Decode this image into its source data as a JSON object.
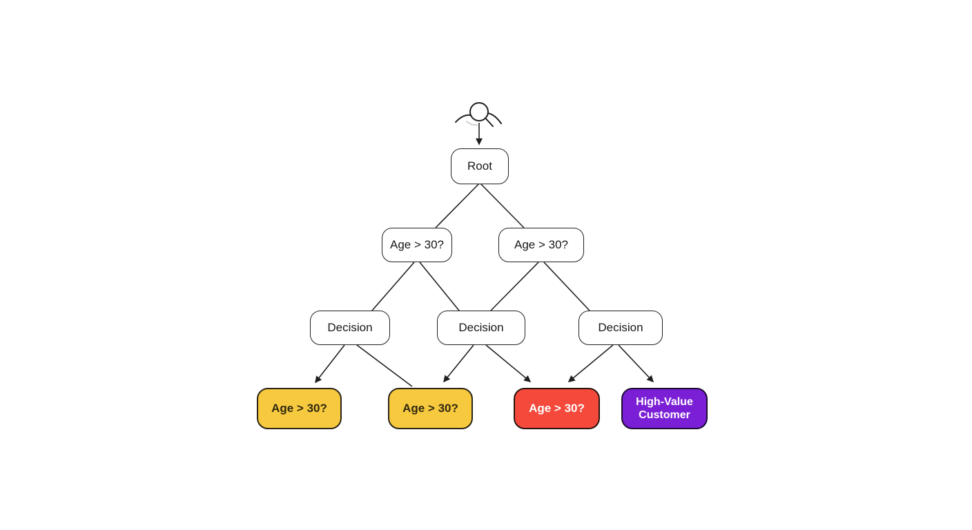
{
  "diagram": {
    "type": "decision-tree",
    "nodes": {
      "root": {
        "label": "Root"
      },
      "cond_left": {
        "label": "Age > 30?"
      },
      "cond_right": {
        "label": "Age > 30?"
      },
      "decision_1": {
        "label": "Decision"
      },
      "decision_2": {
        "label": "Decision"
      },
      "decision_3": {
        "label": "Decision"
      },
      "leaf_1": {
        "label": "Age > 30?"
      },
      "leaf_2": {
        "label": "Age > 30?"
      },
      "leaf_3": {
        "label": "Age > 30?"
      },
      "leaf_4": {
        "label": "High-Value Customer"
      }
    },
    "edges": [
      {
        "from": "sketch-icon",
        "to": "root",
        "arrow": true
      },
      {
        "from": "root",
        "to": "cond_left",
        "arrow": false
      },
      {
        "from": "root",
        "to": "cond_right",
        "arrow": false
      },
      {
        "from": "cond_left",
        "to": "decision_1",
        "arrow": false
      },
      {
        "from": "cond_left",
        "to": "decision_2",
        "arrow": false
      },
      {
        "from": "cond_right",
        "to": "decision_2",
        "arrow": false
      },
      {
        "from": "cond_right",
        "to": "decision_3",
        "arrow": false
      },
      {
        "from": "decision_1",
        "to": "leaf_1",
        "arrow": true
      },
      {
        "from": "decision_1",
        "to": "leaf_2",
        "arrow": false
      },
      {
        "from": "decision_2",
        "to": "leaf_2",
        "arrow": true
      },
      {
        "from": "decision_2",
        "to": "leaf_3",
        "arrow": true
      },
      {
        "from": "decision_3",
        "to": "leaf_3",
        "arrow": true
      },
      {
        "from": "decision_3",
        "to": "leaf_4",
        "arrow": true
      }
    ]
  },
  "colors": {
    "line": "#1f1f1f",
    "node_bg": "#ffffff",
    "node_border": "#1f1f1f",
    "leaf_yellow": "#F7C93F",
    "leaf_red": "#F4493B",
    "leaf_purple": "#7B1FD6",
    "leaf_text_dark": "#30290f",
    "leaf_text_light": "#ffffff"
  }
}
